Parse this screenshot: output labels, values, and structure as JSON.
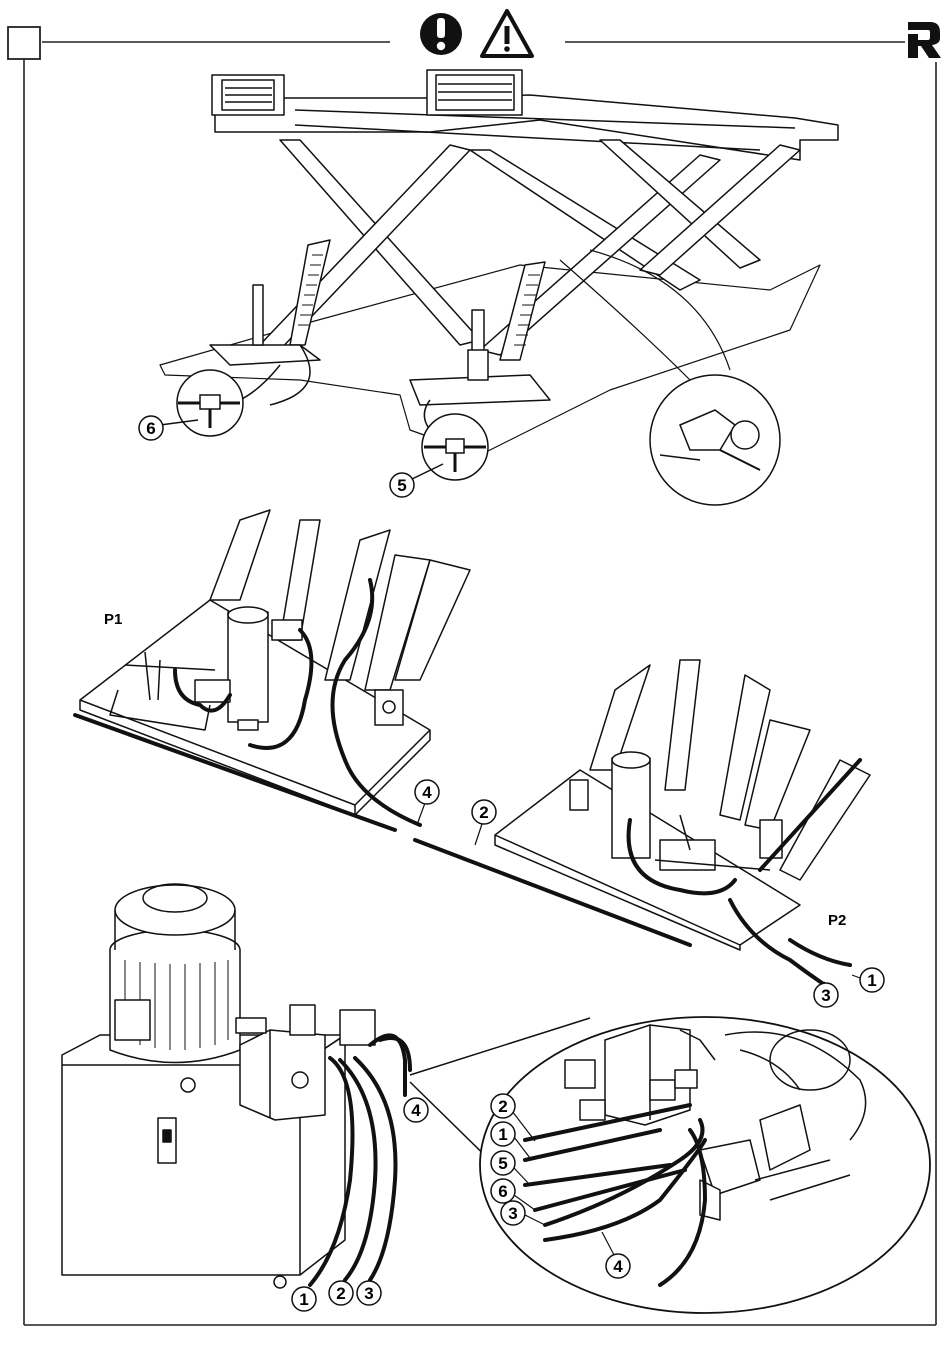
{
  "header": {
    "checkbox_label": "",
    "icons": [
      "exclamation-circle-icon",
      "warning-triangle-icon",
      "brand-logo"
    ]
  },
  "labels": {
    "p1": "P1",
    "p2": "P2"
  },
  "callouts": {
    "top_5": "5",
    "top_6": "6",
    "mid_2": "2",
    "mid_4": "4",
    "p2_1": "1",
    "p2_3": "3",
    "pump_4": "4",
    "pump_1": "1",
    "pump_2": "2",
    "pump_3": "3",
    "detail_2": "2",
    "detail_1": "1",
    "detail_5": "5",
    "detail_6": "6",
    "detail_3": "3",
    "detail_4": "4"
  },
  "colors": {
    "ink": "#111111",
    "paper": "#ffffff",
    "frame": "#222222"
  }
}
